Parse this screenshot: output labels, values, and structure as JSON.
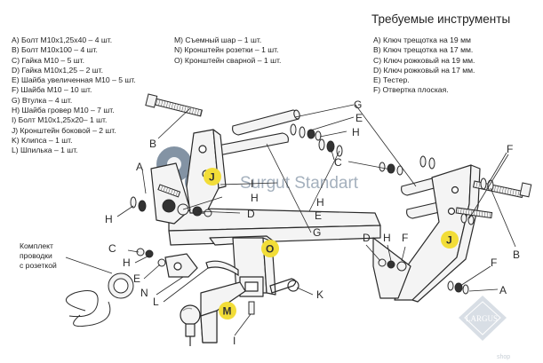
{
  "tools": {
    "title": "Требуемые инструменты",
    "items": [
      "A) Ключ трещотка на 19 мм",
      "B) Ключ трещотка на 17 мм.",
      "C) Ключ рожковый на 19 мм.",
      "D) Ключ рожковый на 17 мм.",
      "E) Тестер.",
      "F) Отвертка плоская."
    ]
  },
  "parts_left": [
    "A) Болт М10х1,25х40 – 4 шт.",
    "B) Болт М10х100 – 4 шт.",
    "C) Гайка М10 – 5 шт.",
    "D) Гайка М10х1,25 – 2 шт.",
    "E) Шайба увеличенная М10 – 5 шт.",
    "F) Шайба М10 – 10 шт.",
    "G) Втулка – 4 шт.",
    "H) Шайба гровер М10 – 7 шт.",
    "I) Болт М10х1,25х20– 1 шт.",
    "J) Кронштейн боковой – 2 шт.",
    "K) Клипса – 1 шт.",
    "L) Шпилька – 1 шт."
  ],
  "parts_mid": [
    "M) Съемный шар – 1 шт.",
    "N) Кронштейн розетки – 1 шт.",
    "O) Кронштейн сварной – 1 шт."
  ],
  "kit_label": [
    "Комплект",
    "проводки",
    "с розеткой"
  ],
  "callouts": {
    "B_left": "B",
    "A_left": "A",
    "H_left": "H",
    "G_top": "G",
    "E_top": "E",
    "H_top": "H",
    "C_mid": "C",
    "F_right": "F",
    "I_mid": "I",
    "H_mid": "H",
    "D_mid": "D",
    "E_mid": "E",
    "H_lower": "H",
    "G_lower": "G",
    "B_right": "B",
    "D_right": "D",
    "H_right": "H",
    "F_right2": "F",
    "F_lower": "F",
    "A_right": "A",
    "C_ball": "C",
    "H_ball": "H",
    "E_ball": "E",
    "N_ball": "N",
    "L_ball": "L",
    "K_ball": "K",
    "I_ball": "I"
  },
  "badges": {
    "J_left": "J",
    "J_right": "J",
    "O": "O",
    "M": "M"
  },
  "watermark": {
    "text": "Surgut Standart",
    "logo": "LARGUS",
    "shop": "shop"
  },
  "colors": {
    "badge": "#f2dd38",
    "line": "#2a2a2a",
    "part": "#f4f4f4",
    "watermark": "#5a6f86"
  }
}
